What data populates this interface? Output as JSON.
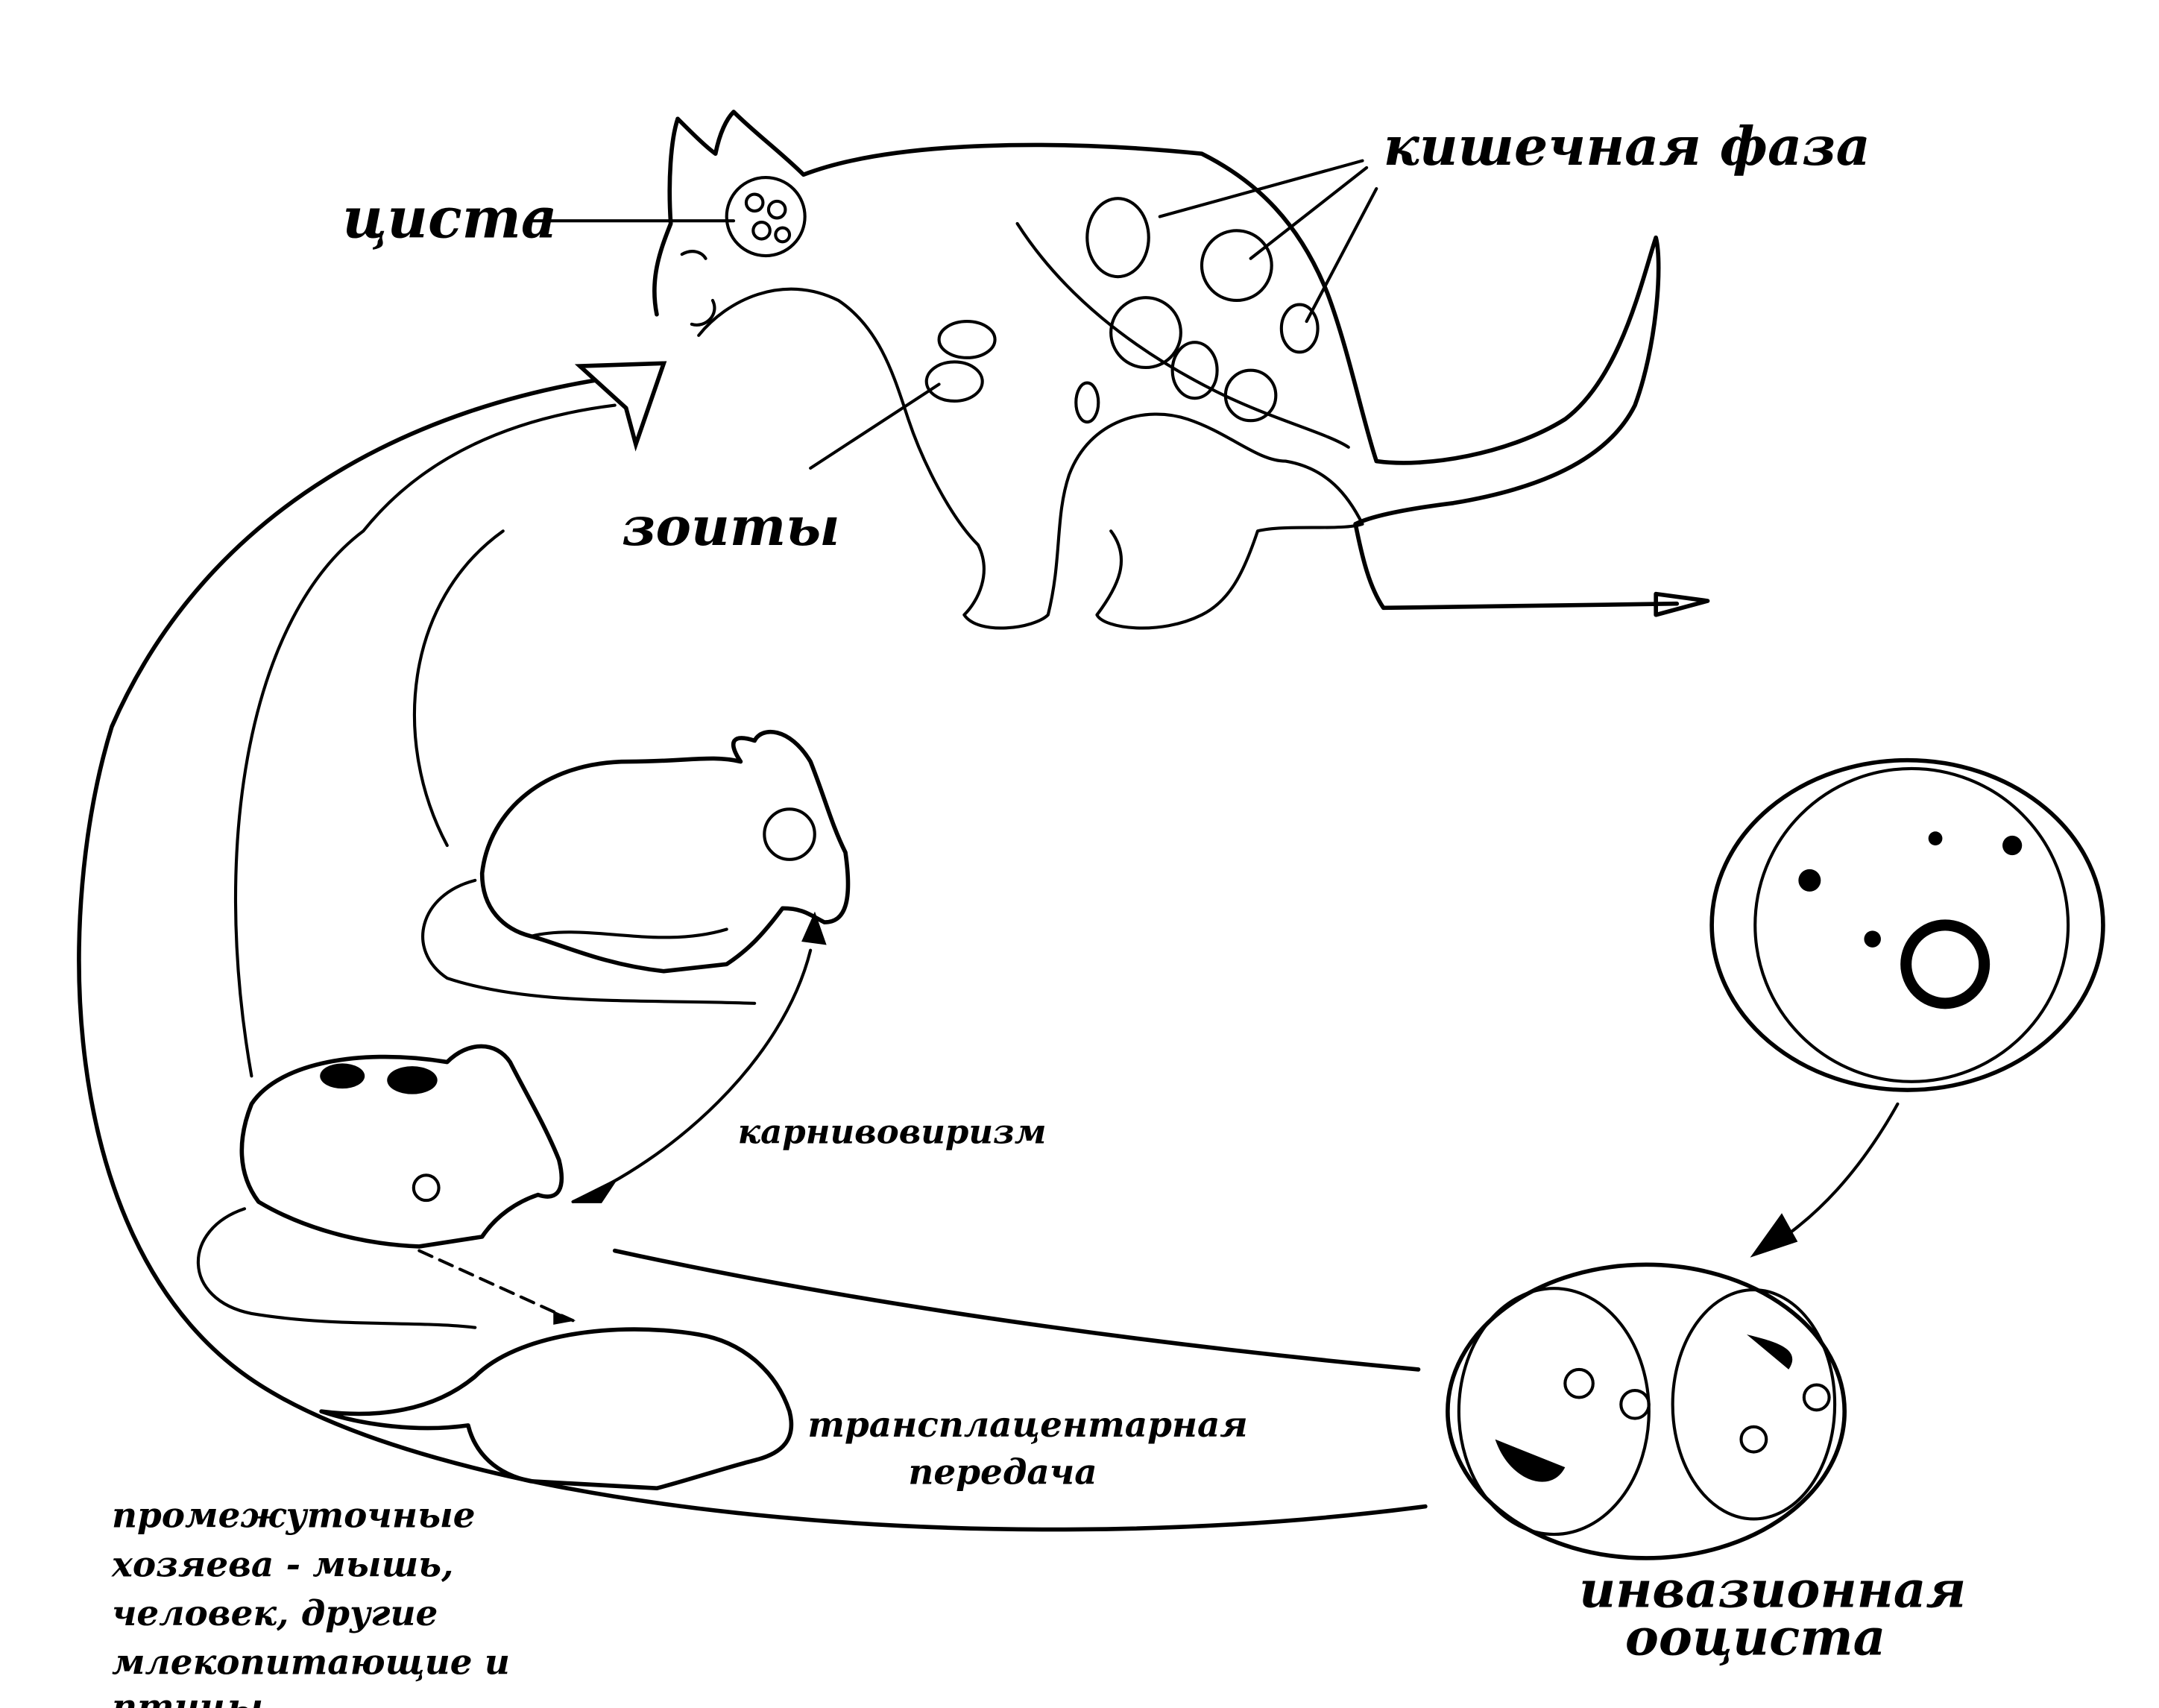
{
  "labels": {
    "cyst": "циста",
    "intestinal_phase": "кишечная фаза",
    "zoites": "зоиты",
    "carnivorism": "карнивовиризм",
    "transplacental_1": "трансплацентарная",
    "transplacental_2": "передача",
    "intermediate_hosts": [
      "промежуточные",
      "хозяева - мышь,",
      "человек,  другие",
      "млекопитающие и",
      "птицы"
    ],
    "invasive_1": "инвазионная",
    "invasive_2": "ооциста"
  }
}
